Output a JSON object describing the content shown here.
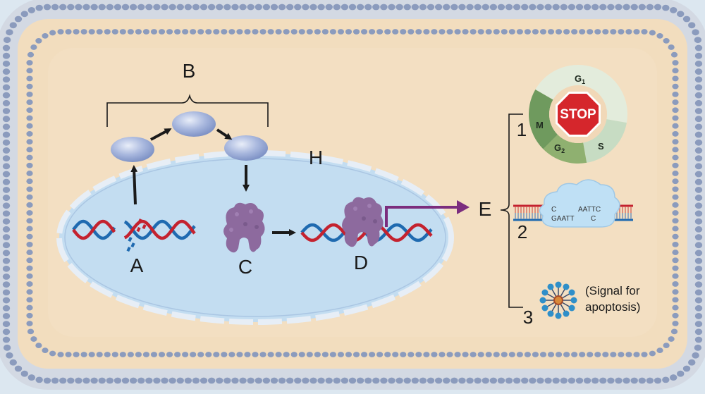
{
  "labels": {
    "A": "A",
    "B": "B",
    "C": "C",
    "D": "D",
    "E": "E",
    "H": "H"
  },
  "outcomes": {
    "one": "1",
    "two": "2",
    "three": "3"
  },
  "cell_cycle": {
    "stop": "STOP",
    "g1": "G",
    "g1_sub": "1",
    "g2": "G",
    "g2_sub": "2",
    "m": "M",
    "s": "S"
  },
  "repair_sequence": {
    "top_left": "C",
    "top_right": "AATTC",
    "bottom_left": "GAATT",
    "bottom_right": "C"
  },
  "apoptosis": {
    "line1": "(Signal for",
    "line2": "apoptosis)"
  },
  "colors": {
    "background": "#dce7f0",
    "membrane_head": "#8b9bbd",
    "cytoplasm": "#f3dfc2",
    "nucleus": "#c3ddf1",
    "dna_red": "#c4222f",
    "dna_blue": "#1f6ab0",
    "protein": "#8d6a9e",
    "arrow_purple": "#7b2d7e",
    "stop_red": "#d5262c"
  }
}
